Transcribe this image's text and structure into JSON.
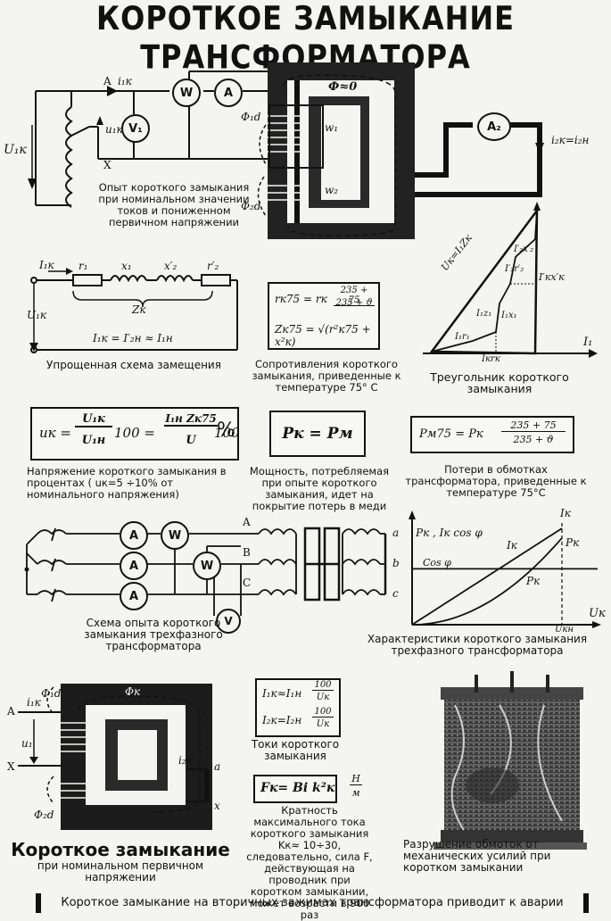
{
  "title": "КОРОТКОЕ ЗАМЫКАНИЕ ТРАНСФОРМАТОРА",
  "top_schematic": {
    "label_A": "A",
    "label_X": "X",
    "i1k": "i₁к",
    "u1k": "u₁к",
    "U1k": "U₁к",
    "meter_W": "W",
    "meter_A": "A",
    "meter_V1": "V₁",
    "meter_A2": "A₂",
    "phi_zero": "Ф≈0",
    "phi_1d": "Ф₁d",
    "phi_2d": "Ф₂d",
    "w1": "w₁",
    "w2": "w₂",
    "i2k": "i₂к=i₂н",
    "caption": "Опыт короткого замыкания при номинальном значении токов и пониженном первичном напряжении"
  },
  "equiv_circuit": {
    "I1k": "I₁к",
    "r1": "r₁",
    "x1": "x₁",
    "x2": "x′₂",
    "r2": "r′₂",
    "Zk": "Zк",
    "U1k": "U₁к",
    "relation": "I₁к = I′₂н ≈ I₁н",
    "caption": "Упрощенная схема замещения"
  },
  "resistance_formula": {
    "line1_left": "rк75 = rк",
    "line1_num": "235 + 75",
    "line1_den": "235 + ϑ",
    "line2": "Zк75 = √(r²к75 + x²к)",
    "caption": "Сопротивления короткого замыкания, приведенные к температуре 75° С"
  },
  "triangle": {
    "uk": "Uк=I₁Zк",
    "i2x2": "I′₂x′₂",
    "i2r2": "I′₂r′₂",
    "ikxk": "I′кx′к",
    "i1z1": "I₁z₁",
    "i1x1": "I₁x₁",
    "i1r1": "I₁r₁",
    "ikrk": "Iкrк",
    "axis_I1": "I₁",
    "caption": "Треугольник короткого замыкания"
  },
  "uk_formula": {
    "left": "uк =",
    "num1": "U₁к",
    "den1": "U₁н",
    "mid": "100 =",
    "num2": "I₁н Zк75",
    "den2": "U",
    "end": "100",
    "pct": "%",
    "caption": "Напряжение короткого замыкания в процентах ( uк=5 ÷10% от номинального напряжения)"
  },
  "pk_formula": {
    "text": "Pк = Pм",
    "caption": "Мощность, потребляемая при опыте короткого замыкания, идет на покрытие потерь в меди"
  },
  "pm_formula": {
    "left": "Pм75 = Pк",
    "num": "235 + 75",
    "den": "235 + ϑ",
    "caption": "Потери в обмотках трансформатора, приведенные к температуре 75°С"
  },
  "three_phase": {
    "A": "A",
    "B": "B",
    "C": "C",
    "a": "a",
    "b": "b",
    "c": "c",
    "meter_A": "A",
    "meter_W": "W",
    "meter_V": "V",
    "caption": "Схема опыта короткого замыкания трехфазного трансформатора"
  },
  "characteristics": {
    "ylabel": "Pк , Iк cos φ",
    "Ik_top": "Iк",
    "Pk_top": "Pк",
    "Ik_curve": "Iк",
    "Pk_curve": "Pк",
    "cos_label": "Cos φ",
    "xlabel": "Uк",
    "Ukn": "Uкн",
    "caption": "Характеристики короткого замыкания трехфазного трансформатора"
  },
  "chart_data": {
    "type": "line",
    "xlabel": "Uк",
    "ylabel": "Pк , Iк cos φ",
    "series": [
      {
        "name": "Iк",
        "shape": "linear",
        "x": [
          0,
          0.5,
          1.0
        ],
        "values": [
          0,
          0.5,
          1.0
        ]
      },
      {
        "name": "Pк",
        "shape": "quadratic",
        "x": [
          0,
          0.5,
          1.0
        ],
        "values": [
          0,
          0.25,
          0.9
        ]
      },
      {
        "name": "Cos φ",
        "shape": "constant",
        "x": [
          0,
          0.5,
          1.0
        ],
        "values": [
          0.58,
          0.58,
          0.58
        ]
      }
    ]
  },
  "bottom_transformer": {
    "A": "A",
    "X": "X",
    "a": "a",
    "x": "x",
    "i1k": "i₁к",
    "u1": "u₁",
    "i2k": "i₂к",
    "phi_k": "Фк",
    "phi_1d": "Ф₁d",
    "phi_2d": "Ф₂d",
    "caption_big": "Короткое замыкание",
    "caption": "при номинальном первичном напряжении"
  },
  "currents_formula": {
    "line1_left": "I₁к≈I₁н",
    "line1_num": "100",
    "line1_den": "Uк",
    "line2_left": "I₂к=I₂н",
    "line2_num": "100",
    "line2_den": "Uк",
    "caption": "Токи короткого замыкания"
  },
  "force_formula": {
    "text": "Fк= Bi k²к",
    "unit_num": "Н",
    "unit_den": "м",
    "caption": "Кратность максимального тока короткого замыкания Kк≈ 10÷30, следовательно, сила F, действующая на проводник при коротком замыкании, может возрасти в 900 раз"
  },
  "photo": {
    "caption": "Разрушение обмоток от механических усилий при коротком замыкании"
  },
  "footer": "Короткое замыкание на вторичных зажимах трансформатора приводит к аварии"
}
